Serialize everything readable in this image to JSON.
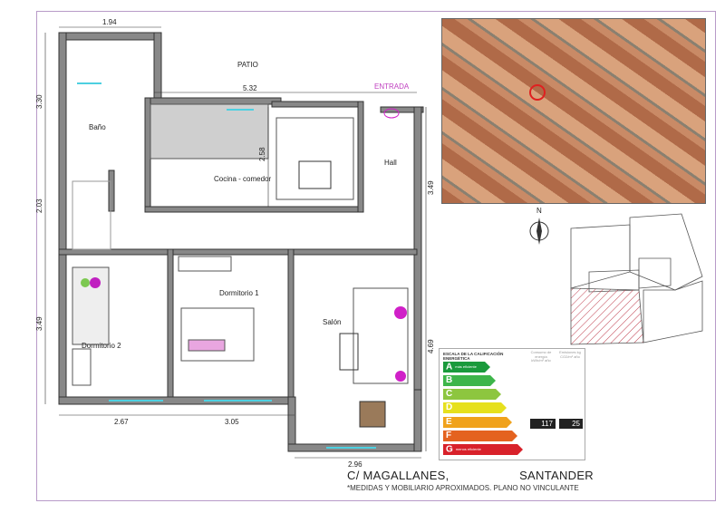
{
  "rooms": {
    "patio": "PATIO",
    "entrada": "ENTRADA",
    "bano": "Baño",
    "cocina": "Cocina - comedor",
    "hall": "Hall",
    "dormitorio1": "Dormitorio 1",
    "dormitorio2": "Dormitorio 2",
    "salon": "Salón"
  },
  "dimensions": {
    "top_bano": "1.94",
    "patio_width": "5.32",
    "left_top": "3.30",
    "left_mid": "2.03",
    "left_bottom": "3.49",
    "cocina_depth": "2.58",
    "right_top": "3.49",
    "right_bottom": "4.69",
    "bottom_d2": "2.67",
    "bottom_d1": "3.05",
    "bottom_salon": "2.96"
  },
  "compass": {
    "north": "N"
  },
  "address": {
    "street": "C/ MAGALLANES,",
    "city": "SANTANDER",
    "note": "*MEDIDAS Y MOBILIARIO APROXIMADOS. PLANO NO VINCULANTE"
  },
  "energy": {
    "title": "ESCALA DE LA CALIFICACIÓN ENERGÉTICA",
    "col1": "Consumo de energía kWh/m² año",
    "col2": "Emisiones kg CO2/m² año",
    "grades": [
      {
        "letter": "A",
        "sub": "más eficiente",
        "color": "#1a9a3c"
      },
      {
        "letter": "B",
        "sub": "",
        "color": "#3db54a"
      },
      {
        "letter": "C",
        "sub": "",
        "color": "#8dc63f"
      },
      {
        "letter": "D",
        "sub": "",
        "color": "#e6e01e"
      },
      {
        "letter": "E",
        "sub": "",
        "color": "#f0a21c"
      },
      {
        "letter": "F",
        "sub": "",
        "color": "#e4621f"
      },
      {
        "letter": "G",
        "sub": "menos eficiente",
        "color": "#d8212a"
      }
    ],
    "consumption": "117",
    "emissions": "25",
    "rated_grade": "E"
  }
}
